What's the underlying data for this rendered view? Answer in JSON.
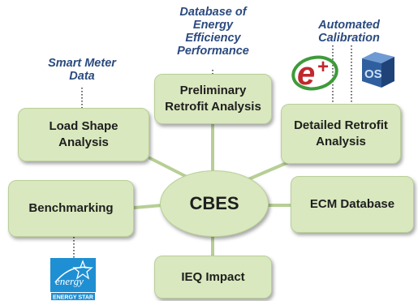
{
  "hub": {
    "label": "CBES"
  },
  "boxes": {
    "load_shape": "Load Shape\nAnalysis",
    "preliminary": "Preliminary\nRetrofit Analysis",
    "detailed": "Detailed Retrofit\nAnalysis",
    "benchmarking": "Benchmarking",
    "ecm_database": "ECM Database",
    "ieq_impact": "IEQ Impact"
  },
  "notes": {
    "smart_meter": "Smart Meter\nData",
    "database_efficiency": "Database of\nEnergy\nEfficiency\nPerformance",
    "automated_calibration": "Automated\nCalibration"
  },
  "logos": {
    "energyplus": "E+",
    "openstudio": "OS",
    "energy_star_script": "energy",
    "energy_star_caption": "ENERGY STAR"
  },
  "colors": {
    "box_fill": "#d9e8be",
    "note_text": "#2b4a7f",
    "connector": "#b7cf95",
    "energyplus_red": "#c0282d",
    "energyplus_green": "#3e9a3a",
    "openstudio_blue": "#3c6fb0",
    "energy_star_blue": "#1f8fd3"
  }
}
